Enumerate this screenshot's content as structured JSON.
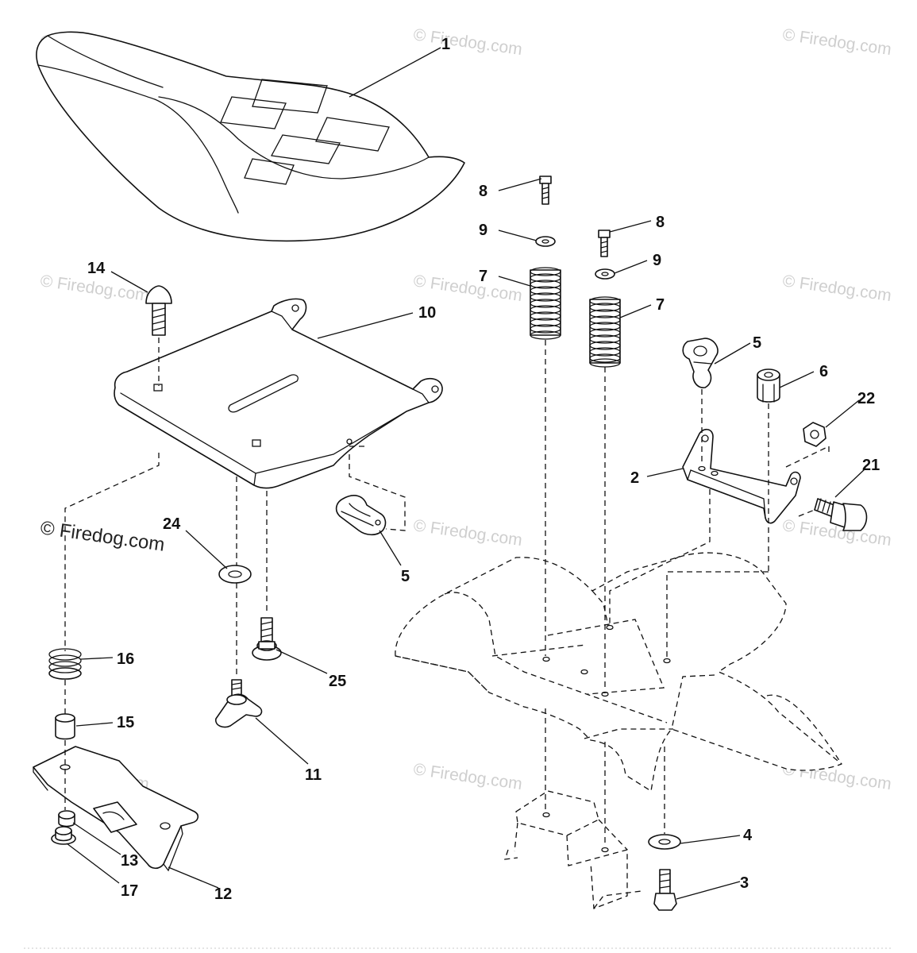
{
  "watermark": {
    "text": "© Firedog.com"
  },
  "callouts": {
    "c1": "1",
    "c2": "2",
    "c3": "3",
    "c4": "4",
    "c5a": "5",
    "c5b": "5",
    "c6": "6",
    "c7a": "7",
    "c7b": "7",
    "c8a": "8",
    "c8b": "8",
    "c9a": "9",
    "c9b": "9",
    "c10": "10",
    "c11": "11",
    "c12": "12",
    "c13": "13",
    "c14": "14",
    "c15": "15",
    "c16": "16",
    "c17": "17",
    "c21": "21",
    "c22": "22",
    "c24": "24",
    "c25": "25"
  }
}
